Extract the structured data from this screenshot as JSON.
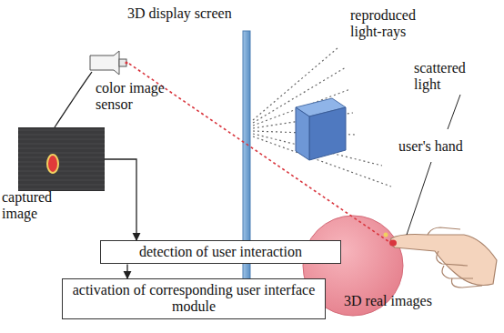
{
  "diagram": {
    "nodes": [
      {
        "text": [
          "color image sensor"
        ]
      },
      {
        "text": [
          "captured image"
        ]
      },
      {
        "text": [
          "detection of user interaction"
        ]
      },
      {
        "text": [
          "activation of corresponding user interface module"
        ]
      }
    ],
    "edges": [
      {
        "from": 0,
        "to": 1,
        "arrow": "none"
      },
      {
        "from": 1,
        "to": 2,
        "arrow": "to"
      },
      {
        "from": 2,
        "to": 3,
        "arrow": "to"
      }
    ],
    "labels": [
      "3D display screen",
      "reproduced light-rays",
      "scattered light",
      "user's hand",
      "3D real images"
    ]
  }
}
